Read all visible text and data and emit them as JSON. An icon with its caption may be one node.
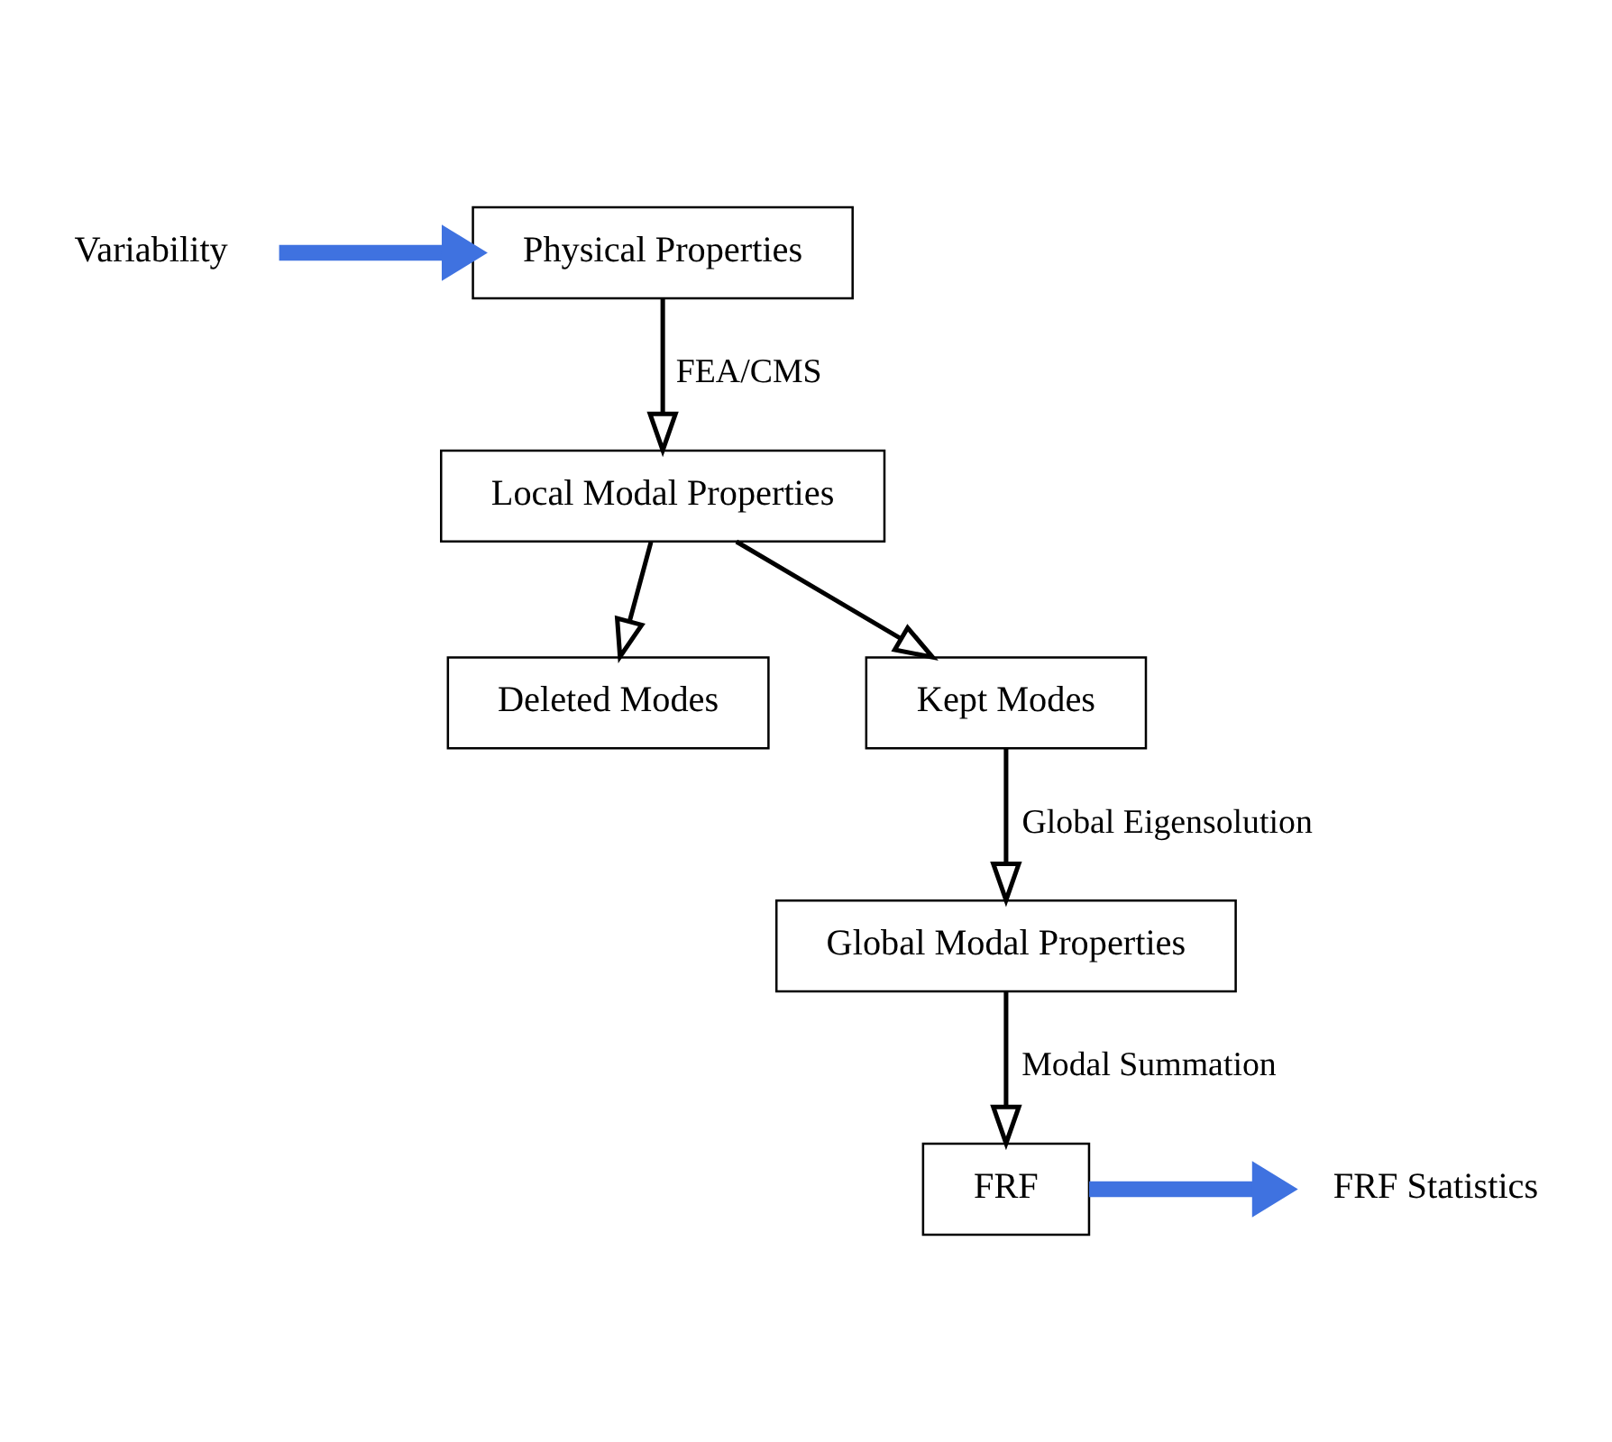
{
  "diagram": {
    "nodes": [
      {
        "text": [
          "Variability"
        ]
      },
      {
        "text": [
          "Physical Properties"
        ]
      },
      {
        "text": [
          "Local Modal Properties"
        ]
      },
      {
        "text": [
          "Deleted Modes"
        ]
      },
      {
        "text": [
          "Kept Modes"
        ]
      },
      {
        "text": [
          "Global Modal Properties"
        ]
      },
      {
        "text": [
          "FRF"
        ]
      },
      {
        "text": [
          "FRF Statistics"
        ]
      }
    ],
    "edges": [
      {
        "from": 0,
        "to": 1,
        "arrow": "to",
        "style": "thick",
        "color": "#3f72e0"
      },
      {
        "from": 1,
        "to": 2,
        "arrow": "to",
        "label": "FEA/CMS"
      },
      {
        "from": 2,
        "to": 3,
        "arrow": "to"
      },
      {
        "from": 2,
        "to": 4,
        "arrow": "to"
      },
      {
        "from": 4,
        "to": 5,
        "arrow": "to",
        "label": "Global Eigensolution"
      },
      {
        "from": 5,
        "to": 6,
        "arrow": "to",
        "label": "Modal Summation"
      },
      {
        "from": 6,
        "to": 7,
        "arrow": "to",
        "style": "thick",
        "color": "#3f72e0"
      }
    ]
  }
}
